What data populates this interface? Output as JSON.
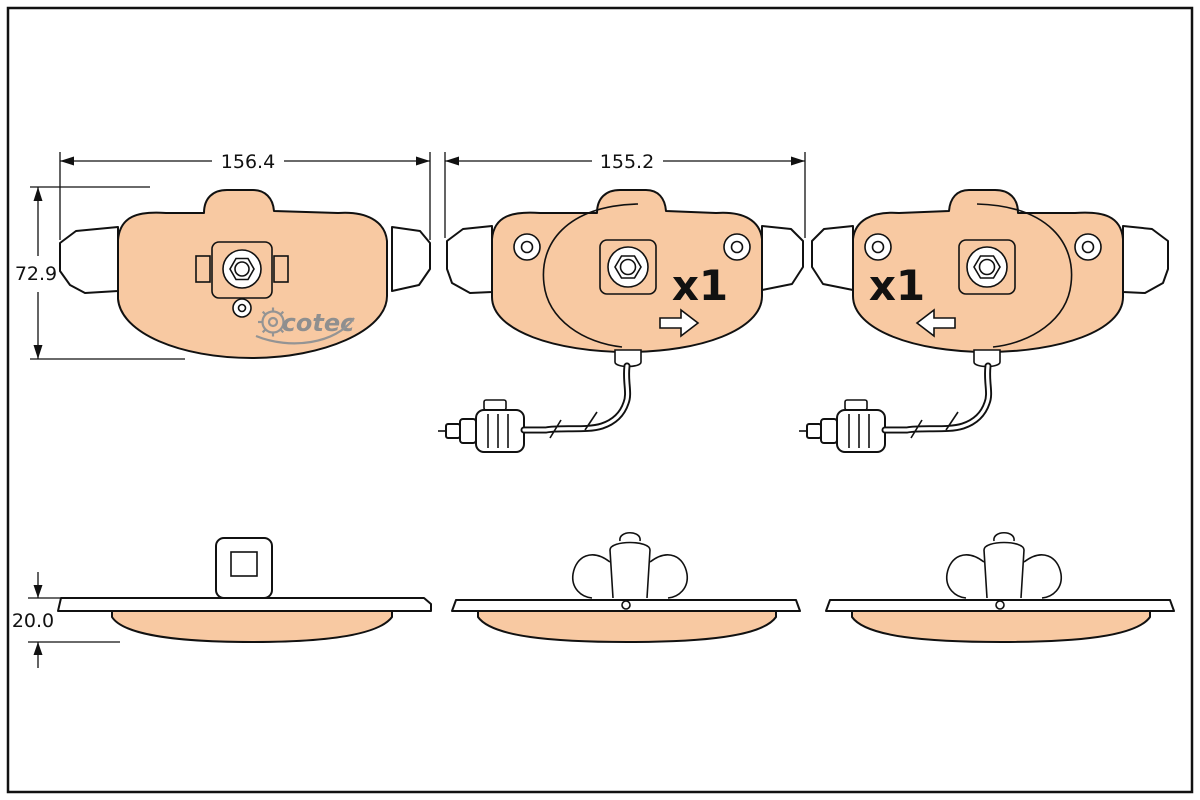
{
  "colors": {
    "pad_fill": "#f8c9a2",
    "line": "#111111",
    "logo_gray": "#8f8f8f",
    "background": "#ffffff"
  },
  "dimensions": {
    "left_width": "156.4",
    "middle_width": "155.2",
    "left_height": "72.9",
    "side_thickness": "20.0"
  },
  "labels": {
    "qty_middle": "x1",
    "qty_right": "x1",
    "brand": "cotec"
  }
}
